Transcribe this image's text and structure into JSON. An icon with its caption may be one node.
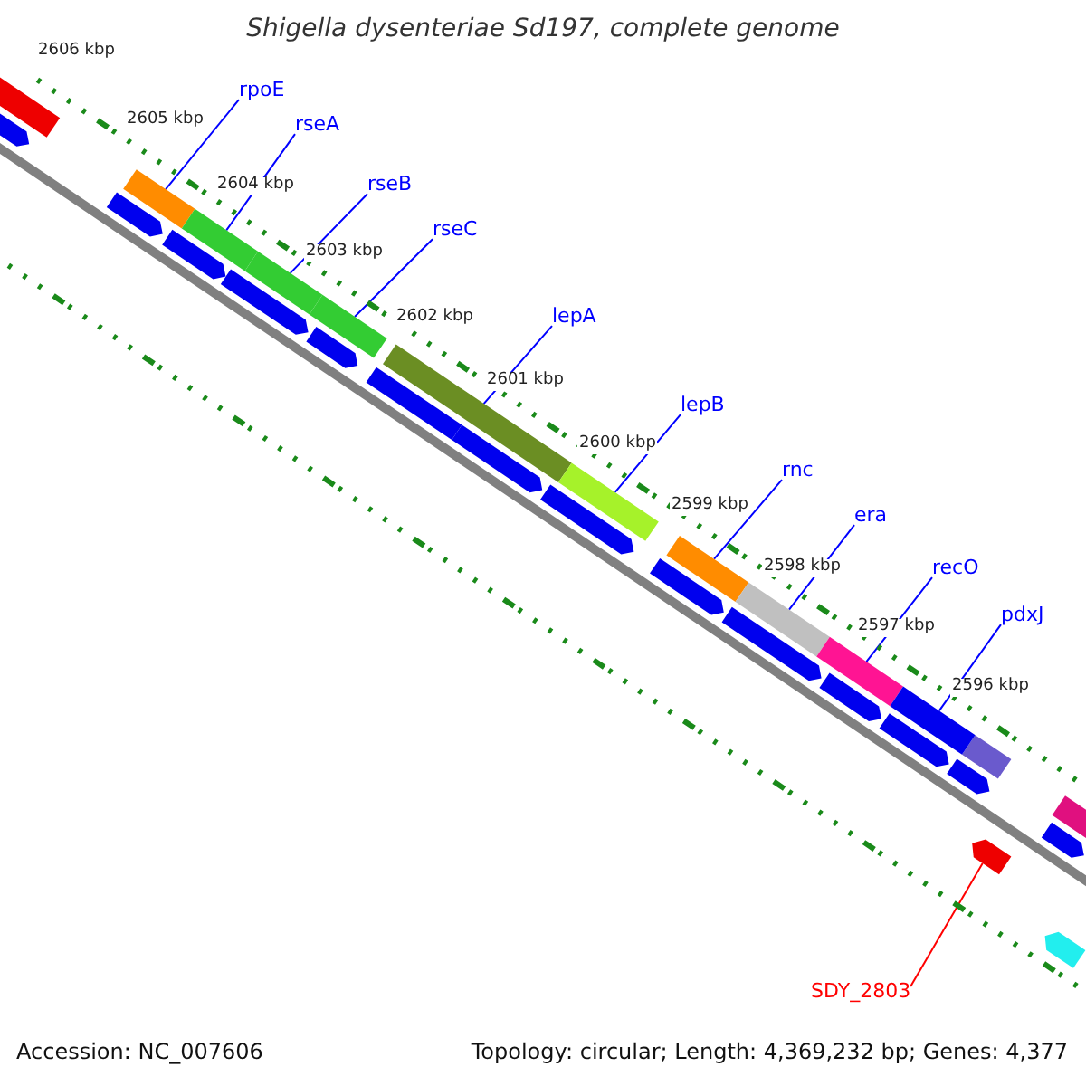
{
  "diagram": {
    "title": "Shigella dysenteriae Sd197, complete genome",
    "nodes": [
      {
        "text": [
          "rpoE"
        ]
      },
      {
        "text": [],
        "shape": "bar"
      },
      {
        "text": [
          "rseA"
        ]
      },
      {
        "text": [],
        "shape": "bar"
      },
      {
        "text": [
          "rseB"
        ]
      },
      {
        "text": [],
        "shape": "bar"
      },
      {
        "text": [
          "rseC"
        ]
      },
      {
        "text": [],
        "shape": "bar"
      },
      {
        "text": [
          "lepA"
        ]
      },
      {
        "text": [],
        "shape": "bar"
      },
      {
        "text": [
          "lepB"
        ]
      },
      {
        "text": [],
        "shape": "bar"
      },
      {
        "text": [
          "rnc"
        ]
      },
      {
        "text": [],
        "shape": "bar"
      },
      {
        "text": [
          "era"
        ]
      },
      {
        "text": [],
        "shape": "bar"
      },
      {
        "text": [
          "recO"
        ]
      },
      {
        "text": [],
        "shape": "bar"
      },
      {
        "text": [
          "pdxJ"
        ]
      },
      {
        "text": [],
        "shape": "bar"
      },
      {
        "text": [
          "SDY_2803"
        ]
      },
      {
        "text": [],
        "shape": "bar"
      }
    ],
    "edges": [
      {
        "from": 0,
        "to": 1,
        "arrow": "none"
      },
      {
        "from": 2,
        "to": 3,
        "arrow": "none"
      },
      {
        "from": 4,
        "to": 5,
        "arrow": "none"
      },
      {
        "from": 6,
        "to": 7,
        "arrow": "none"
      },
      {
        "from": 8,
        "to": 9,
        "arrow": "none"
      },
      {
        "from": 10,
        "to": 11,
        "arrow": "none"
      },
      {
        "from": 12,
        "to": 13,
        "arrow": "none"
      },
      {
        "from": 14,
        "to": 15,
        "arrow": "none"
      },
      {
        "from": 16,
        "to": 17,
        "arrow": "none"
      },
      {
        "from": 18,
        "to": 19,
        "arrow": "none"
      },
      {
        "from": 20,
        "to": 21,
        "arrow": "none",
        "color": "#ff0000"
      }
    ],
    "labels": [
      "2606 kbp",
      "2605 kbp",
      "2604 kbp",
      "2603 kbp",
      "2602 kbp",
      "2601 kbp",
      "2600 kbp",
      "2599 kbp",
      "2598 kbp",
      "2597 kbp",
      "2596 kbp",
      "Accession: NC_007606",
      "Topology: circular; Length: 4,369,232 bp; Genes: 4,377"
    ]
  }
}
